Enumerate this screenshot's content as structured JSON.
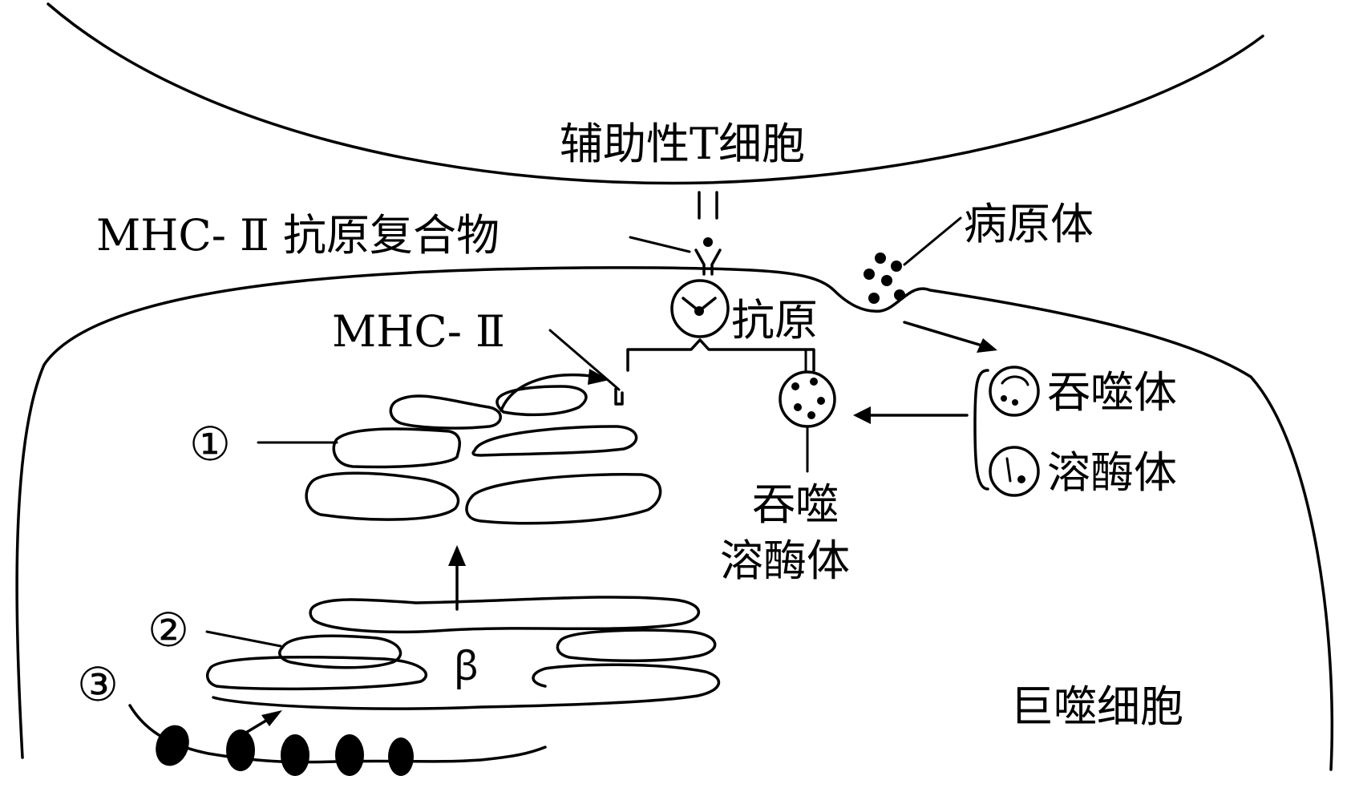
{
  "labels": {
    "helper_t_cell": "辅助性T细胞",
    "mhc_antigen_complex": "MHC- Ⅱ 抗原复合物",
    "pathogen": "病原体",
    "mhc_ii": "MHC- Ⅱ",
    "antigen": "抗原",
    "phagosome": "吞噬体",
    "lysosome": "溶酶体",
    "phagolysosome_line1": "吞噬",
    "phagolysosome_line2": "溶酶体",
    "macrophage": "巨噬细胞",
    "golgi_marker": "①",
    "er_marker": "②",
    "ribosome_marker": "③",
    "er_lumen_glyph": "ꞵ"
  }
}
